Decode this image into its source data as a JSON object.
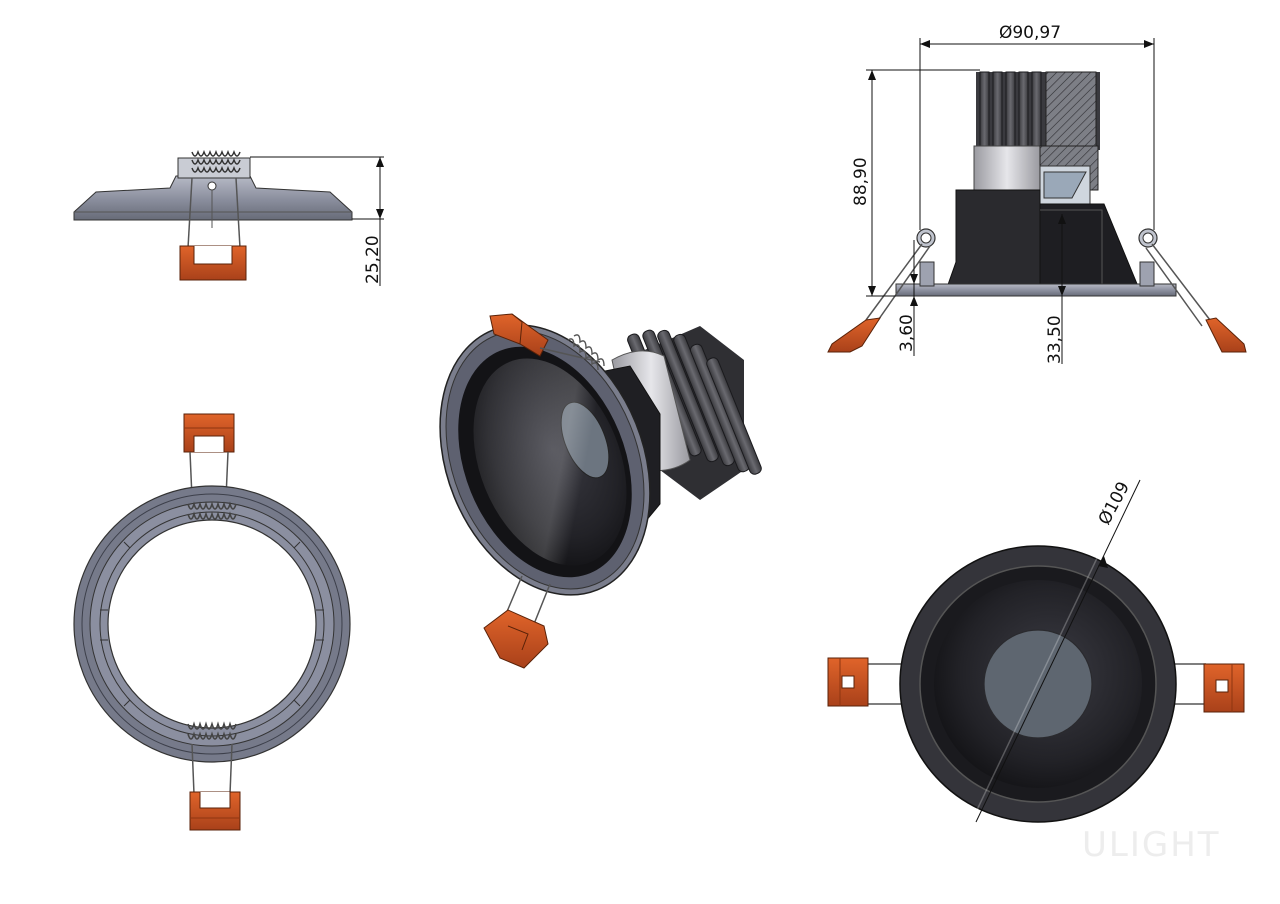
{
  "drawing": {
    "dimensions": {
      "clip_height": "25,20",
      "diameter_top": "90,97",
      "total_height": "88,90",
      "flange_thickness": "3,60",
      "body_height": "33,50",
      "diameter_front": "109"
    },
    "diameter_symbol": "Ø",
    "watermark": "ULIGHT",
    "colors": {
      "clip_orange": "#c8531e",
      "clip_orange_dark": "#8e3510",
      "flange_gray": "#8a8e9e",
      "body_black": "#2b2b30",
      "lens_gray": "#5e6670",
      "line": "#111111"
    }
  }
}
